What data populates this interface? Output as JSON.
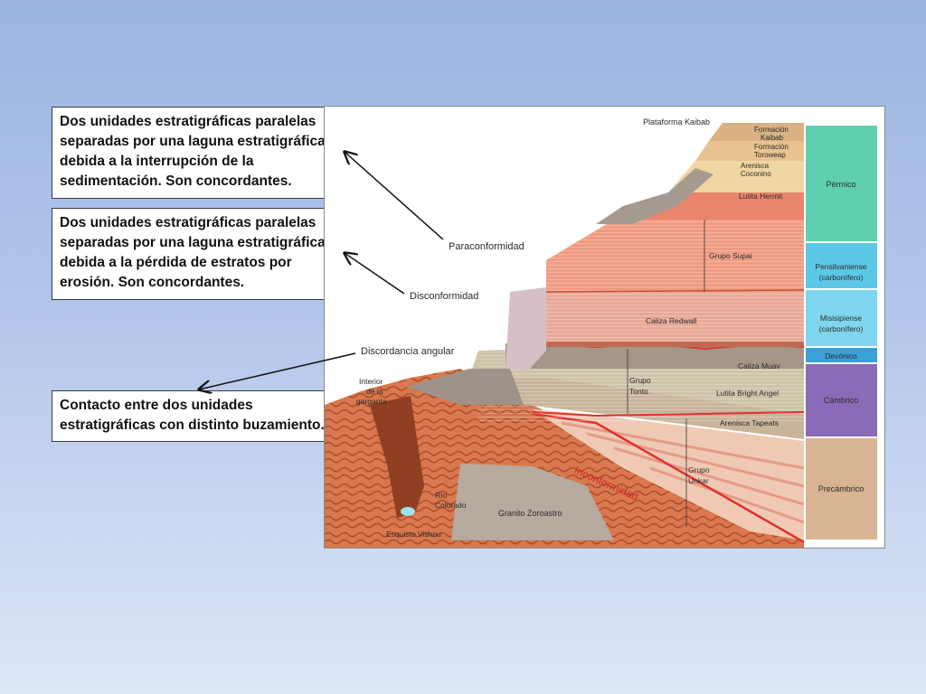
{
  "callouts": {
    "paraconformidad": "Dos unidades estratigráficas paralelas separadas por una laguna estratigráfica debida a la interrupción de la sedimentación. Son concordantes.",
    "disconformidad": "Dos unidades estratigráficas paralelas separadas por una laguna estratigráfica debida a la pérdida de estratos por erosión. Son concordantes.",
    "discordancia": "Contacto entre dos unidades estratigráficas con distinto buzamiento."
  },
  "diagram": {
    "labels": {
      "plataforma": "Plataforma Kaibab",
      "formacion_kaibab_1": "Formación",
      "formacion_kaibab_2": "Kaibab",
      "formacion_toroweap_1": "Formación",
      "formacion_toroweap_2": "Toroweap",
      "arenisca_coconino_1": "Arenisca",
      "arenisca_coconino_2": "Coconino",
      "lutita_hermit": "Lutita Hermit",
      "grupo_supai": "Grupo Supai",
      "paraconformidad": "Paraconformidad",
      "disconformidad": "Disconformidad",
      "caliza_redwall": "Caliza Redwall",
      "discordancia_angular": "Discordancia angular",
      "caliza_muav": "Caliza Muav",
      "grupo_tonto_1": "Grupo",
      "grupo_tonto_2": "Tonto",
      "lutita_bright_angel": "Lutita Bright Angel",
      "arenisca_tapeats": "Arenisca Tapeats",
      "interior_1": "Interior",
      "interior_2": "de la",
      "interior_3": "garganta",
      "inconformidad": "Inconformidad",
      "grupo_unkar_1": "Grupo",
      "grupo_unkar_2": "Unkar",
      "rio_1": "Río",
      "rio_2": "Colorado",
      "granito": "Granito Zoroastro",
      "esquisto": "Esquisto Vishnu"
    },
    "periods": {
      "permico": "Pérmico",
      "pensilvaniense_1": "Pensilvaniense",
      "pensilvaniense_2": "(carbonífero)",
      "misisipiense_1": "Misisipiense",
      "misisipiense_2": "(carbonífero)",
      "devonico": "Devónico",
      "cambrico": "Cámbrico",
      "precambrico": "Precámbrico"
    },
    "colors": {
      "permico": "#5fcfb0",
      "pensilvaniense": "#5cc8e8",
      "misisipiense": "#7fd6ee",
      "devonico": "#3aa0d8",
      "cambrico": "#8a6bb8",
      "precambrico": "#d9b493"
    }
  }
}
